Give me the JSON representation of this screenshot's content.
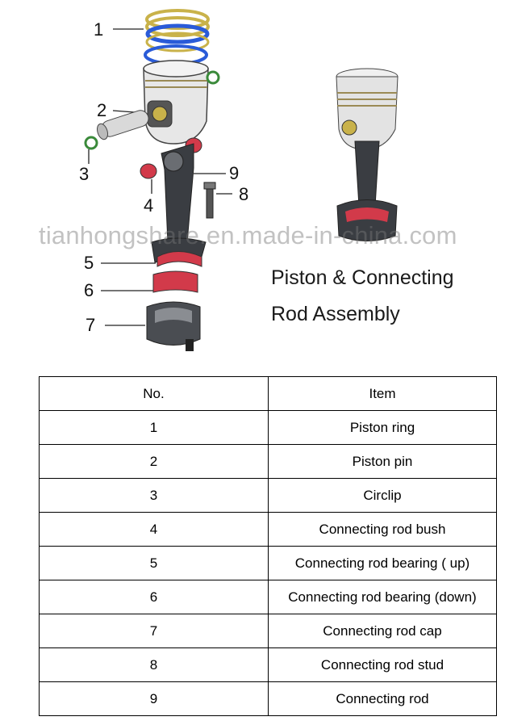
{
  "callouts": [
    "1",
    "2",
    "3",
    "4",
    "5",
    "6",
    "7",
    "8",
    "9"
  ],
  "watermark": "tianhongshare.en.made-in-china.com",
  "title": {
    "line1": "Piston & Connecting",
    "line2": "Rod Assembly"
  },
  "table": {
    "headers": [
      "No.",
      "Item"
    ],
    "rows": [
      {
        "no": "1",
        "item": "Piston ring"
      },
      {
        "no": "2",
        "item": "Piston pin"
      },
      {
        "no": "3",
        "item": "Circlip"
      },
      {
        "no": "4",
        "item": "Connecting rod bush"
      },
      {
        "no": "5",
        "item": "Connecting rod bearing ( up)"
      },
      {
        "no": "6",
        "item": "Connecting rod bearing (down)"
      },
      {
        "no": "7",
        "item": "Connecting rod cap"
      },
      {
        "no": "8",
        "item": "Connecting rod stud"
      },
      {
        "no": "9",
        "item": "Connecting rod"
      }
    ]
  },
  "colors": {
    "ring_gold": "#c9b24a",
    "ring_blue": "#2a5bd8",
    "bearing_red": "#d23a4a",
    "metal": "#3a3d42",
    "clip_green": "#3a8a3a"
  }
}
